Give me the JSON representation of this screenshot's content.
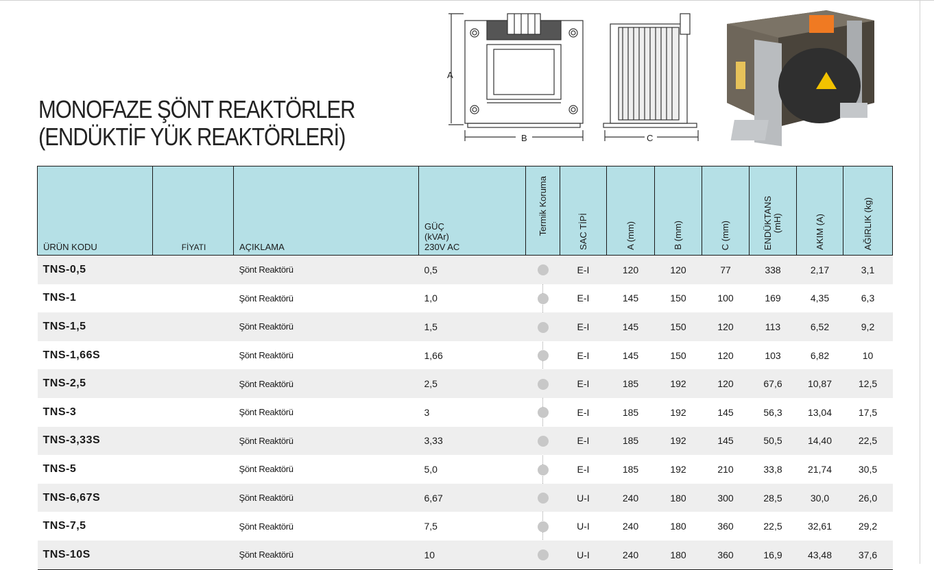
{
  "title": {
    "line1": "MONOFAZE ŞÖNT REAKTÖRLER",
    "line2": "(ENDÜKTİF YÜK REAKTÖRLERİ)"
  },
  "diagram": {
    "label_a": "A",
    "label_b": "B",
    "label_c": "C"
  },
  "table": {
    "headers": {
      "code": "ÜRÜN KODU",
      "price": "FİYATI",
      "desc": "AÇIKLAMA",
      "power": "GÜÇ\n(kVAr)\n230V AC",
      "thermal": "Termik Koruma",
      "core": "SAC TİPİ",
      "a": "A (mm)",
      "b": "B (mm)",
      "c": "C (mm)",
      "ind": "ENDÜKTANS\n(mH)",
      "cur": "AKIM (A)",
      "wt": "AĞIRLIK (kg)"
    },
    "rows": [
      {
        "code": "TNS-0,5",
        "price": "",
        "desc": "Şönt Reaktörü",
        "power": "0,5",
        "core": "E-I",
        "a": "120",
        "b": "120",
        "c": "77",
        "ind": "338",
        "cur": "2,17",
        "wt": "3,1"
      },
      {
        "code": "TNS-1",
        "price": "",
        "desc": "Şönt Reaktörü",
        "power": "1,0",
        "core": "E-I",
        "a": "145",
        "b": "150",
        "c": "100",
        "ind": "169",
        "cur": "4,35",
        "wt": "6,3"
      },
      {
        "code": "TNS-1,5",
        "price": "",
        "desc": "Şönt Reaktörü",
        "power": "1,5",
        "core": "E-I",
        "a": "145",
        "b": "150",
        "c": "120",
        "ind": "113",
        "cur": "6,52",
        "wt": "9,2"
      },
      {
        "code": "TNS-1,66S",
        "price": "",
        "desc": "Şönt Reaktörü",
        "power": "1,66",
        "core": "E-I",
        "a": "145",
        "b": "150",
        "c": "120",
        "ind": "103",
        "cur": "6,82",
        "wt": "10"
      },
      {
        "code": "TNS-2,5",
        "price": "",
        "desc": "Şönt Reaktörü",
        "power": "2,5",
        "core": "E-I",
        "a": "185",
        "b": "192",
        "c": "120",
        "ind": "67,6",
        "cur": "10,87",
        "wt": "12,5"
      },
      {
        "code": "TNS-3",
        "price": "",
        "desc": "Şönt Reaktörü",
        "power": "3",
        "core": "E-I",
        "a": "185",
        "b": "192",
        "c": "145",
        "ind": "56,3",
        "cur": "13,04",
        "wt": "17,5"
      },
      {
        "code": "TNS-3,33S",
        "price": "",
        "desc": "Şönt Reaktörü",
        "power": "3,33",
        "core": "E-I",
        "a": "185",
        "b": "192",
        "c": "145",
        "ind": "50,5",
        "cur": "14,40",
        "wt": "22,5"
      },
      {
        "code": "TNS-5",
        "price": "",
        "desc": "Şönt Reaktörü",
        "power": "5,0",
        "core": "E-I",
        "a": "185",
        "b": "192",
        "c": "210",
        "ind": "33,8",
        "cur": "21,74",
        "wt": "30,5"
      },
      {
        "code": "TNS-6,67S",
        "price": "",
        "desc": "Şönt Reaktörü",
        "power": "6,67",
        "core": "U-I",
        "a": "240",
        "b": "180",
        "c": "300",
        "ind": "28,5",
        "cur": "30,0",
        "wt": "26,0"
      },
      {
        "code": "TNS-7,5",
        "price": "",
        "desc": "Şönt Reaktörü",
        "power": "7,5",
        "core": "U-I",
        "a": "240",
        "b": "180",
        "c": "360",
        "ind": "22,5",
        "cur": "32,61",
        "wt": "29,2"
      },
      {
        "code": "TNS-10S",
        "price": "",
        "desc": "Şönt Reaktörü",
        "power": "10",
        "core": "U-I",
        "a": "240",
        "b": "180",
        "c": "360",
        "ind": "16,9",
        "cur": "43,48",
        "wt": "37,6"
      }
    ]
  }
}
